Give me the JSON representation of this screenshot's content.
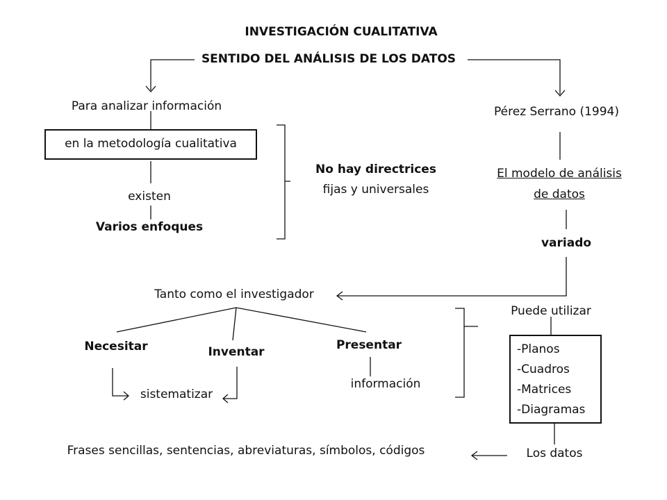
{
  "title": "INVESTIGACIÓN CUALITATIVA",
  "subtitle": "SENTIDO DEL ANÁLISIS DE LOS DATOS",
  "left": {
    "para_analizar": "Para analizar información",
    "metodologia": "en la metodología cualitativa",
    "existen": "existen",
    "varios_enfoques": "Varios enfoques"
  },
  "center": {
    "no_hay": "No hay directrices",
    "fijas": "fijas y universales"
  },
  "right": {
    "perez": "Pérez Serrano (1994)",
    "modelo_1": "El modelo de análisis",
    "modelo_2": "de datos",
    "variado": "variado",
    "puede": "Puede  utilizar",
    "items": [
      "-Planos",
      "-Cuadros",
      "-Matrices",
      "-Diagramas"
    ],
    "los_datos": "Los datos"
  },
  "bottom": {
    "tanto": "Tanto  como el investigador",
    "necesitar": "Necesitar",
    "inventar": "Inventar",
    "presentar": "Presentar",
    "sistematizar": "sistematizar",
    "informacion": "información",
    "frases": "Frases sencillas, sentencias, abreviaturas, símbolos, códigos"
  }
}
